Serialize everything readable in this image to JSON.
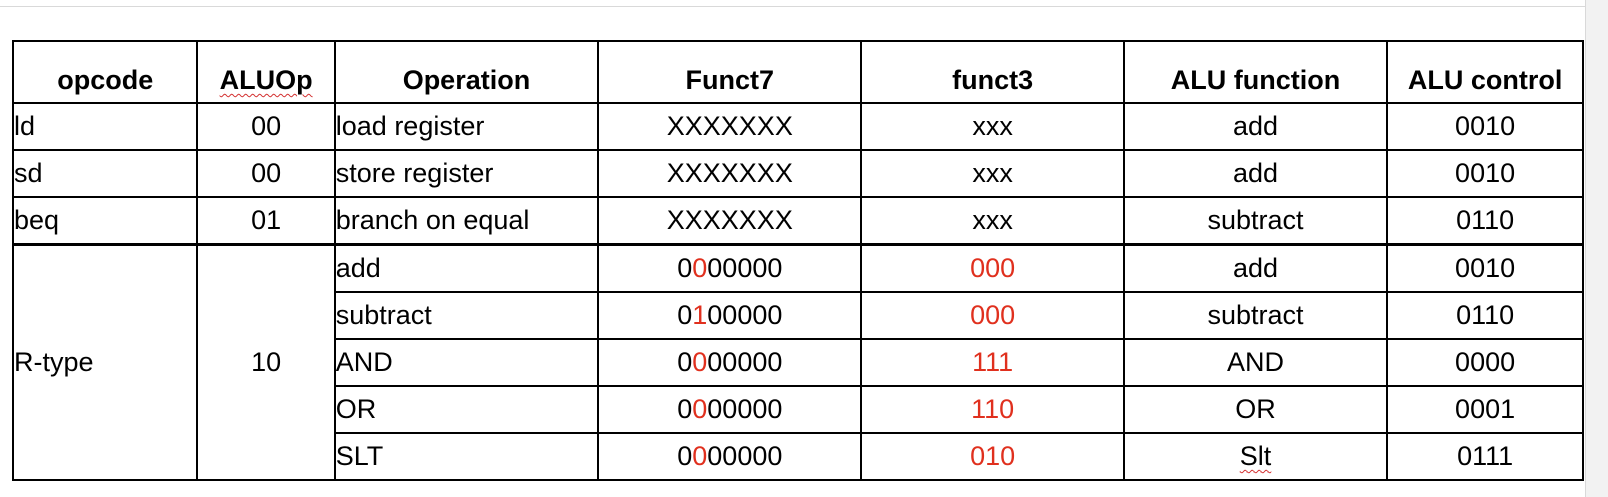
{
  "table": {
    "headers": [
      "opcode",
      "ALUOp",
      "Operation",
      "Funct7",
      "funct3",
      "ALU function",
      "ALU control"
    ],
    "simple_rows": [
      {
        "opcode": "ld",
        "aluop": "00",
        "operation": "load register",
        "funct7": "XXXXXXX",
        "funct3": "xxx",
        "alu_function": "add",
        "alu_control": "0010"
      },
      {
        "opcode": "sd",
        "aluop": "00",
        "operation": "store register",
        "funct7": "XXXXXXX",
        "funct3": "xxx",
        "alu_function": "add",
        "alu_control": "0010"
      },
      {
        "opcode": "beq",
        "aluop": "01",
        "operation": "branch on equal",
        "funct7": "XXXXXXX",
        "funct3": "xxx",
        "alu_function": "subtract",
        "alu_control": "0110"
      }
    ],
    "rtype": {
      "opcode": "R-type",
      "aluop": "10",
      "rows": [
        {
          "operation": "add",
          "funct7_a": "0",
          "funct7_b": "0",
          "funct7_c": "00000",
          "funct3": "000",
          "alu_function": "add",
          "alu_control": "0010"
        },
        {
          "operation": "subtract",
          "funct7_a": "0",
          "funct7_b": "1",
          "funct7_c": "00000",
          "funct3": "000",
          "alu_function": "subtract",
          "alu_control": "0110"
        },
        {
          "operation": "AND",
          "funct7_a": "0",
          "funct7_b": "0",
          "funct7_c": "00000",
          "funct3": "111",
          "alu_function": "AND",
          "alu_control": "0000"
        },
        {
          "operation": "OR",
          "funct7_a": "0",
          "funct7_b": "0",
          "funct7_c": "00000",
          "funct3": "110",
          "alu_function": "OR",
          "alu_control": "0001"
        },
        {
          "operation": "SLT",
          "funct7_a": "0",
          "funct7_b": "0",
          "funct7_c": "00000",
          "funct3": "010",
          "alu_function": "Slt",
          "alu_control": "0111"
        }
      ]
    }
  },
  "colors": {
    "highlight": "#e0301e",
    "spellcheck": "#d32f2f"
  }
}
